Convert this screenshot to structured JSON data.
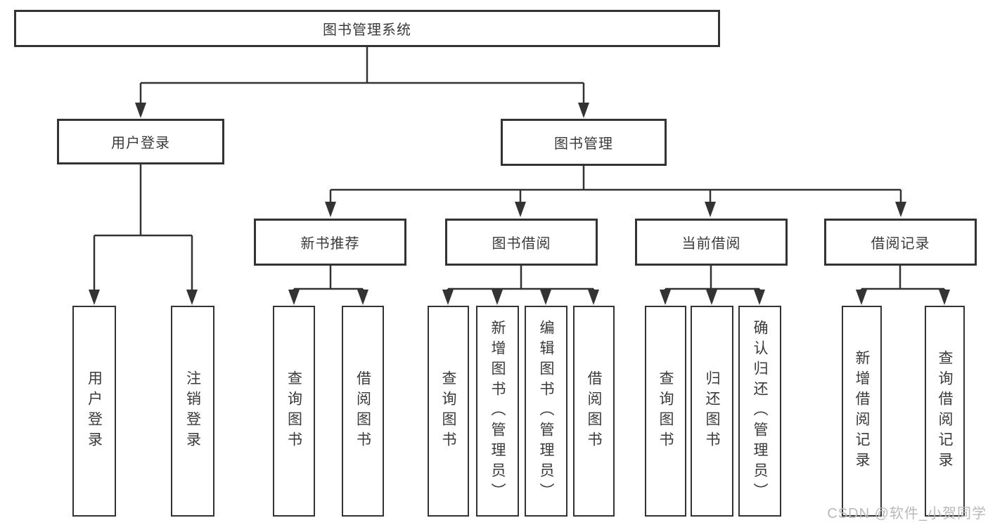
{
  "diagram": {
    "root": {
      "label": "图书管理系统"
    },
    "branches": [
      {
        "label": "用户登录",
        "children": [
          "用户登录",
          "注销登录"
        ]
      },
      {
        "label": "图书管理",
        "groups": [
          {
            "label": "新书推荐",
            "children": [
              "查询图书",
              "借阅图书"
            ]
          },
          {
            "label": "图书借阅",
            "children": [
              "查询图书",
              "新增图书（管理员）",
              "编辑图书（管理员）",
              "借阅图书"
            ]
          },
          {
            "label": "当前借阅",
            "children": [
              "查询图书",
              "归还图书",
              "确认归还（管理员）"
            ]
          },
          {
            "label": "借阅记录",
            "children": [
              "新增借阅记录",
              "查询借阅记录"
            ]
          }
        ]
      }
    ]
  },
  "watermark": "CSDN @软件_小贺同学",
  "colors": {
    "line": "#333333",
    "text": "#3a3a3a",
    "box_background": "#ffffff",
    "watermark": "#b9b9b9"
  }
}
